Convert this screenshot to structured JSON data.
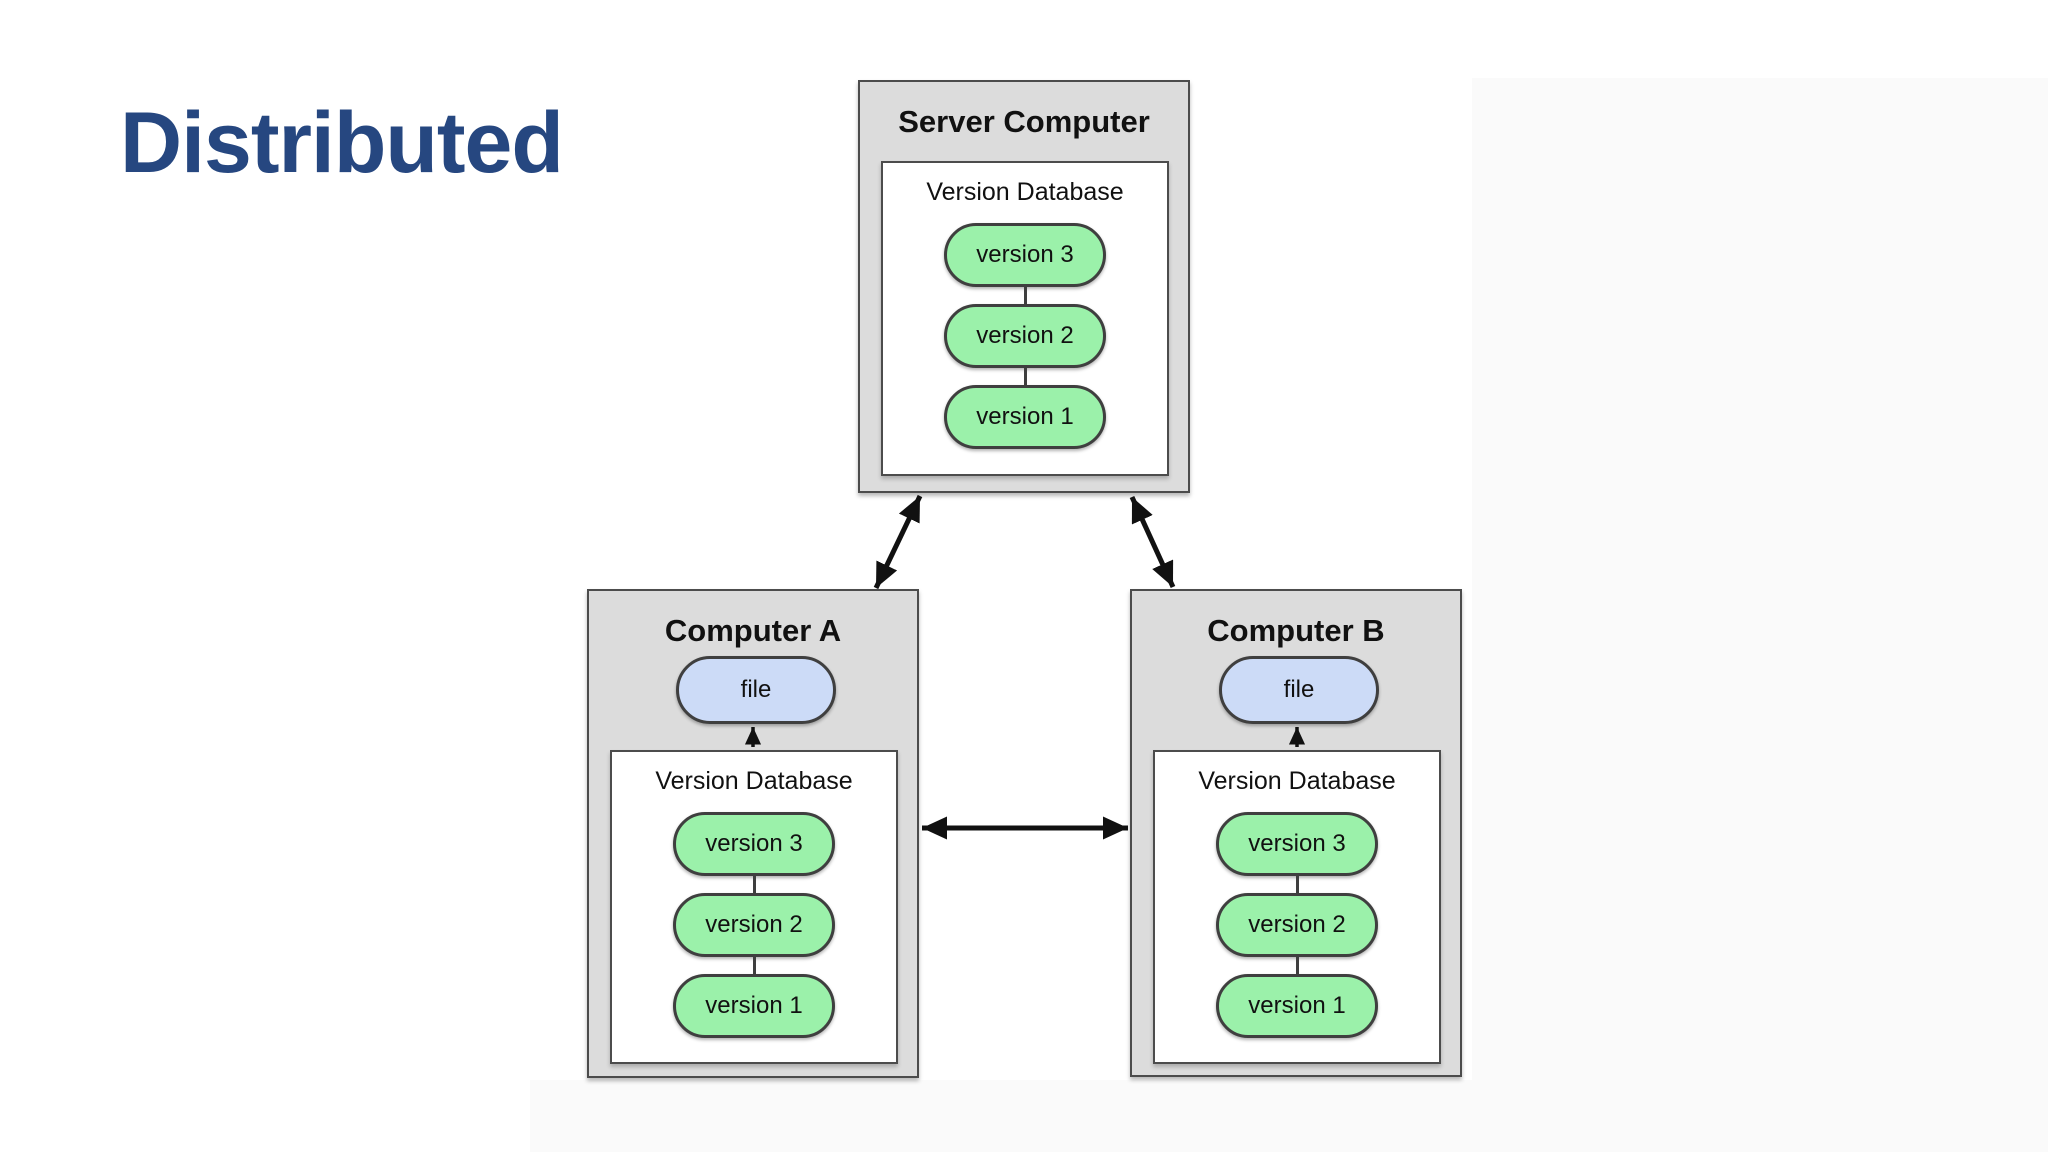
{
  "slide": {
    "title": "Distributed"
  },
  "colors": {
    "title": "#264780",
    "box_fill": "#dcdcdc",
    "box_border": "#4c4c4c",
    "inner_fill": "#ffffff",
    "version_fill": "#9bf1aa",
    "file_fill": "#ccdbf7",
    "pill_border": "#3f3f3f",
    "text": "#111111",
    "arrow": "#111111"
  },
  "diagram": {
    "server": {
      "title": "Server Computer",
      "db_label": "Version Database",
      "versions": [
        "version 3",
        "version 2",
        "version 1"
      ]
    },
    "computer_a": {
      "title": "Computer A",
      "file_label": "file",
      "db_label": "Version Database",
      "versions": [
        "version 3",
        "version 2",
        "version 1"
      ]
    },
    "computer_b": {
      "title": "Computer B",
      "file_label": "file",
      "db_label": "Version Database",
      "versions": [
        "version 3",
        "version 2",
        "version 1"
      ]
    }
  }
}
